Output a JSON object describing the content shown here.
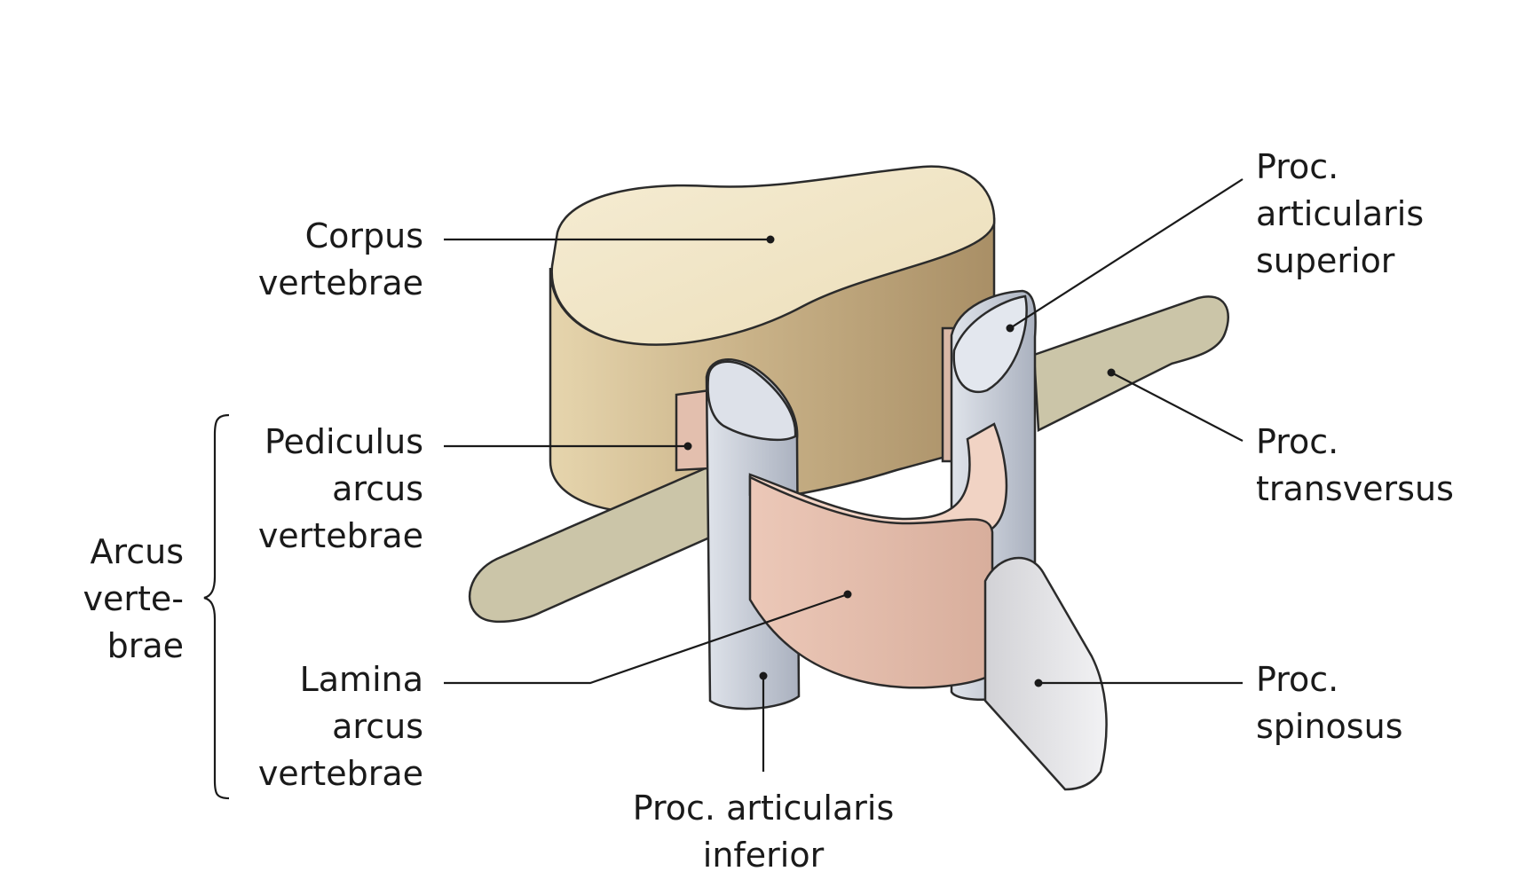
{
  "labels": {
    "corpus_vertebrae": [
      "Corpus",
      "vertebrae"
    ],
    "pediculus_arcus_vertebrae": [
      "Pediculus",
      "arcus",
      "vertebrae"
    ],
    "arcus_vertebrae": [
      "Arcus",
      "verte-",
      "brae"
    ],
    "lamina_arcus_vertebrae": [
      "Lamina",
      "arcus",
      "vertebrae"
    ],
    "proc_articularis_inferior": [
      "Proc. articularis",
      "inferior"
    ],
    "proc_articularis_superior": [
      "Proc.",
      "articularis",
      "superior"
    ],
    "proc_transversus": [
      "Proc.",
      "transversus"
    ],
    "proc_spinosus": [
      "Proc.",
      "spinosus"
    ]
  },
  "colors": {
    "body": "#efe3c3",
    "body_side": "#d6c39a",
    "transverse": "#c9c4a6",
    "articular": "#c7ccd6",
    "lamina": "#e5c0b0",
    "spinous": "#d9d9dc",
    "outline": "#2b2b2b"
  }
}
